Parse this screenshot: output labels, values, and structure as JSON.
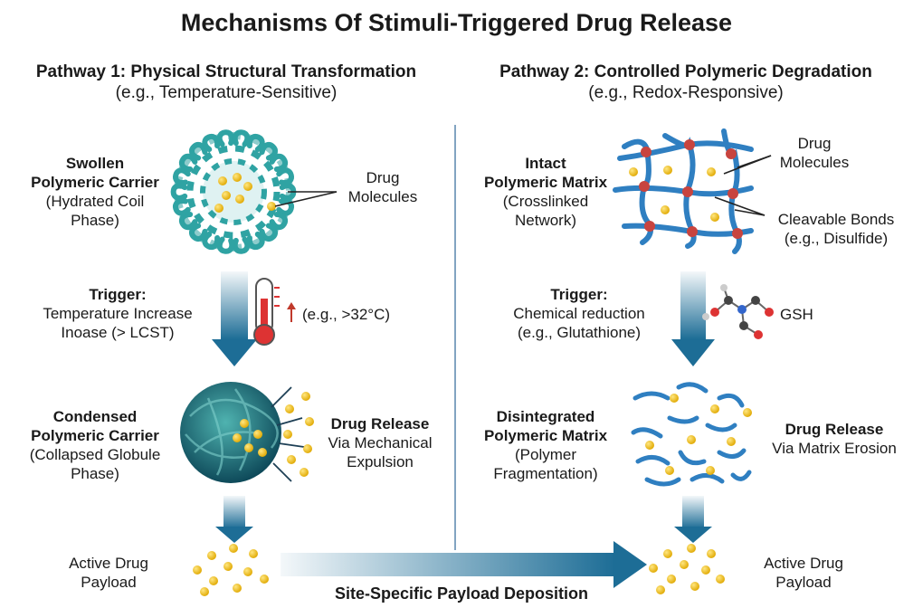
{
  "title": "Mechanisms Of Stimuli-Triggered Drug Release",
  "pathway1": {
    "heading": "Pathway 1: Physical Structural Transformation",
    "subheading": "(e.g., Temperature-Sensitive)",
    "swollen": {
      "title_line1": "Swollen",
      "title_line2": "Polymeric Carrier",
      "desc_line1": "(Hydrated Coil",
      "desc_line2": "Phase)"
    },
    "drug_label": {
      "line1": "Drug",
      "line2": "Molecules"
    },
    "trigger": {
      "title": "Trigger:",
      "line1": "Temperature Increase",
      "line2": "Inoase (> LCST)"
    },
    "temp_note": "(e.g., >32°C)",
    "condensed": {
      "title_line1": "Condensed",
      "title_line2": "Polymeric Carrier",
      "desc_line1": "(Collapsed Globule",
      "desc_line2": "Phase)"
    },
    "release": {
      "title": "Drug Release",
      "line1": "Via Mechanical",
      "line2": "Expulsion"
    },
    "payload": {
      "line1": "Active Drug",
      "line2": "Payload"
    }
  },
  "pathway2": {
    "heading": "Pathway 2: Controlled Polymeric Degradation",
    "subheading": "(e.g., Redox-Responsive)",
    "intact": {
      "title_line1": "Intact",
      "title_line2": "Polymeric Matrix",
      "desc_line1": "(Crosslinked",
      "desc_line2": "Network)"
    },
    "drug_label": {
      "line1": "Drug",
      "line2": "Molecules"
    },
    "bonds_label": {
      "line1": "Cleavable Bonds",
      "line2": "(e.g., Disulfide)"
    },
    "trigger": {
      "title": "Trigger:",
      "line1": "Chemical reduction",
      "line2": "(e.g., Glutathione)"
    },
    "gsh_label": "GSH",
    "disintegrated": {
      "title_line1": "Disintegrated",
      "title_line2": "Polymeric Matrix",
      "desc_line1": "(Polymer",
      "desc_line2": "Fragmentation)"
    },
    "release": {
      "title": "Drug Release",
      "line1": "Via Matrix Erosion"
    },
    "payload": {
      "line1": "Active Drug",
      "line2": "Payload"
    }
  },
  "bottom_label": "Site-Specific Payload Deposition",
  "colors": {
    "polymer": "#2fa3a3",
    "network": "#2f7fc1",
    "node": "#c8443f",
    "drug": "#f2c21b",
    "arrow": "#1d6d96"
  }
}
